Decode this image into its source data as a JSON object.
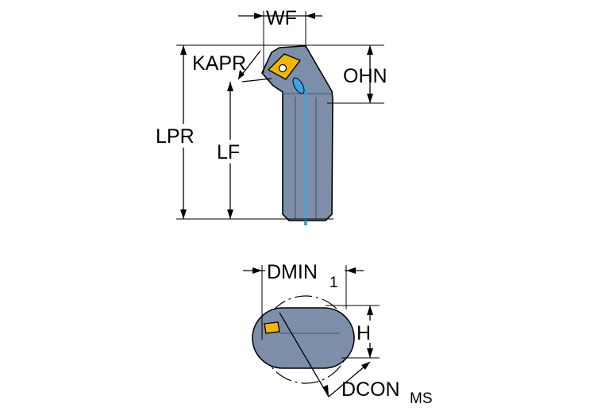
{
  "labels": {
    "wf": "WF",
    "kapr": "KAPR",
    "ohn": "OHN",
    "lpr": "LPR",
    "lf": "LF",
    "dmin": "DMIN",
    "dmin_sub": "1",
    "h": "H",
    "dcon": "DCON",
    "dcon_sub": "MS"
  },
  "colors": {
    "tool_body": "#7d8fa8",
    "tool_body_dark": "#5f7290",
    "coolant": "#3ba4e8",
    "insert": "#f2b600",
    "insert_dark": "#c48a00"
  }
}
